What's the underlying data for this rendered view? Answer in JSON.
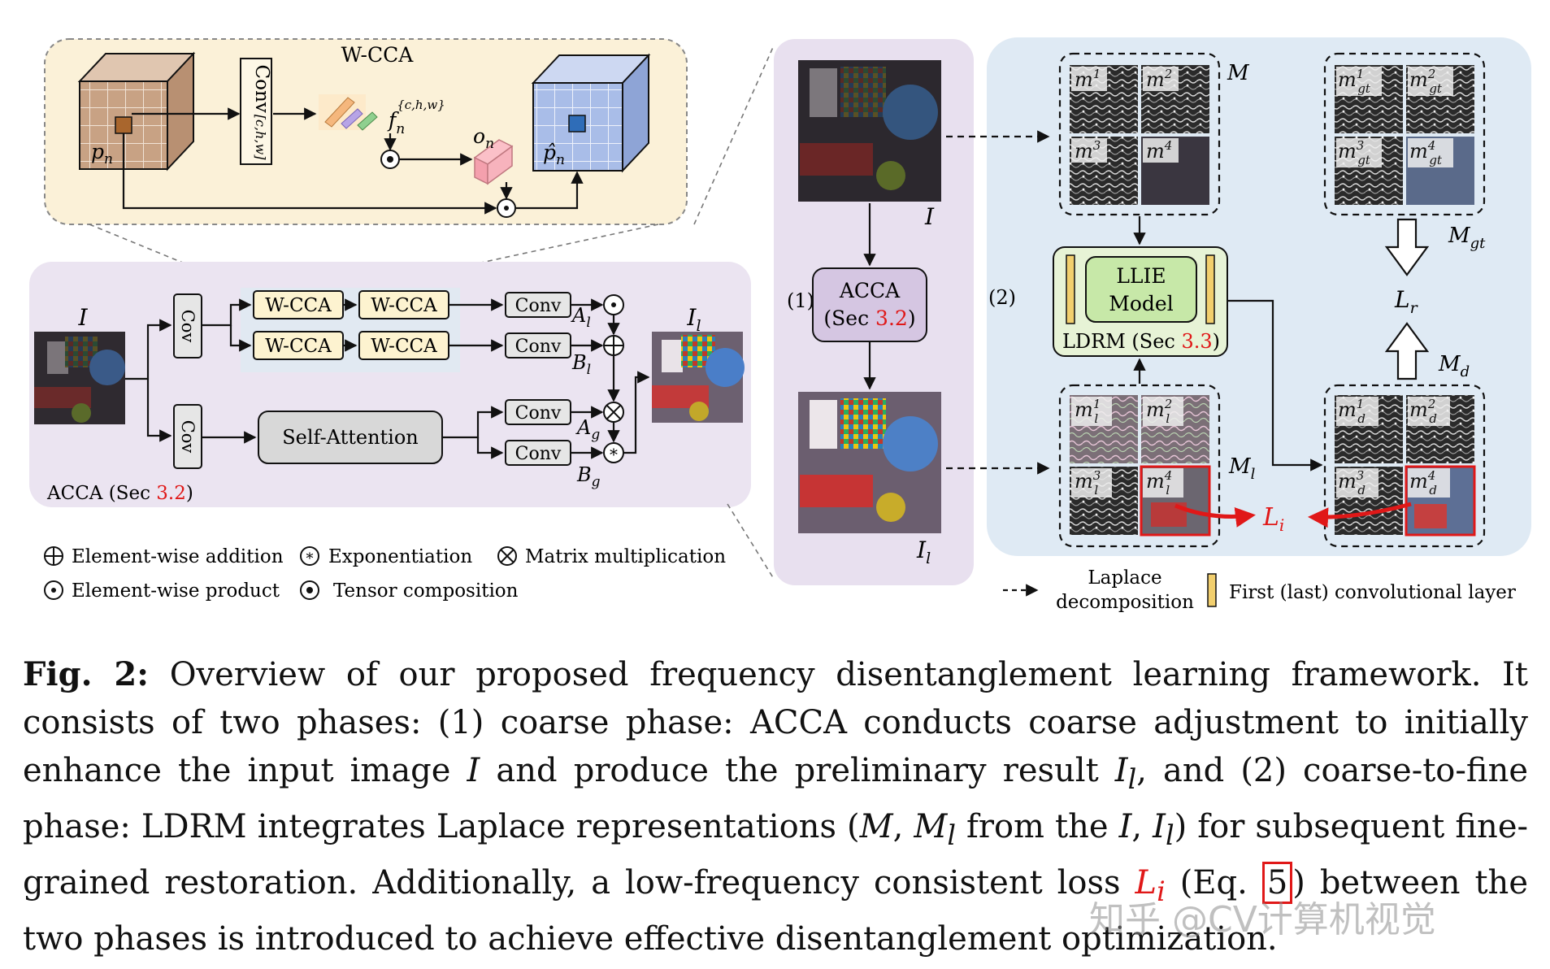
{
  "wcca": {
    "title": "W-CCA",
    "conv_label": "Conv",
    "conv_sub": "[c,h,w]",
    "p_n": "p",
    "p_n_sub": "n",
    "f_n": "f",
    "f_n_sub": "n",
    "f_n_sup": "{c,h,w}",
    "o_n": "o",
    "o_n_sub": "n",
    "p_hat": "p̂",
    "p_hat_sub": "n"
  },
  "acca": {
    "input_label": "I",
    "cov_label": "Cov",
    "wcca_boxes": [
      "W-CCA",
      "W-CCA",
      "W-CCA",
      "W-CCA"
    ],
    "conv_boxes": [
      "Conv",
      "Conv",
      "Conv",
      "Conv"
    ],
    "self_attention": "Self-Attention",
    "A_l": "A",
    "A_l_sub": "l",
    "B_l": "B",
    "B_l_sub": "l",
    "A_g": "A",
    "A_g_sub": "g",
    "B_g": "B",
    "B_g_sub": "g",
    "output_label": "I",
    "output_sub": "l",
    "footer": "ACCA (Sec ",
    "footer_ref": "3.2",
    "footer_end": ")"
  },
  "legend": {
    "items": [
      {
        "symbol": "⊕",
        "text": "Element-wise addition"
      },
      {
        "symbol": "⊛",
        "text": "Exponentiation"
      },
      {
        "symbol": "⊗",
        "text": "Matrix multiplication"
      },
      {
        "symbol": "⊙",
        "text": "Element-wise product"
      },
      {
        "symbol": "◎",
        "text": "Tensor composition"
      }
    ],
    "laplace_line1": "Laplace",
    "laplace_line2": "decomposition",
    "first_last": "First (last) convolutional layer"
  },
  "phase1": {
    "marker": "(1)",
    "acca_line1": "ACCA",
    "acca_line2": "(Sec ",
    "acca_ref": "3.2",
    "acca_end": ")",
    "top_label": "I",
    "bottom_label": "I",
    "bottom_sub": "l"
  },
  "phase2": {
    "marker": "(2)",
    "M_label": "M",
    "Mgt_label": "M",
    "Mgt_sub": "gt",
    "Ml_label": "M",
    "Ml_sub": "l",
    "Md_label": "M",
    "Md_sub": "d",
    "Lr_label": "L",
    "Lr_sub": "r",
    "Li_label": "L",
    "Li_sub": "i",
    "llie_line1": "LLIE",
    "llie_line2": "Model",
    "ldrm": "LDRM (Sec ",
    "ldrm_ref": "3.3",
    "ldrm_end": ")",
    "m_tiles": [
      "m",
      "m",
      "m",
      "m"
    ],
    "tile_sup": [
      "1",
      "2",
      "3",
      "4"
    ],
    "sub_gt": "gt",
    "sub_l": "l",
    "sub_d": "d"
  },
  "caption": {
    "label": "Fig. 2:",
    "text1": " Overview of our proposed frequency disentanglement learning framework. It consists of two phases: (1) coarse phase: ACCA conducts coarse adjustment to initially enhance the input image ",
    "I": "I",
    "text2": " and produce the preliminary result ",
    "Il": "I",
    "Il_sub": "l",
    "text3": ", and (2) coarse-to-fine phase: LDRM integrates Laplace representations (",
    "M": "M",
    "comma": ", ",
    "Ml": "M",
    "Ml_sub": "l",
    "text4": " from the ",
    "I2": "I",
    "comma2": ", ",
    "Il2": "I",
    "Il2_sub": "l",
    "text5": ") for subsequent fine-grained restoration. Additionally, a low-frequency consistent loss ",
    "Li": "L",
    "Li_sub": "i",
    "text6": " (Eq. ",
    "eq": "5",
    "text7": ") between the two phases is introduced to achieve effective disentanglement optimization."
  },
  "watermark": "知乎 @CV计算机视觉",
  "colors": {
    "wcca_panel": "#fbf1d8",
    "acca_panel": "#ebe4f1",
    "phase1_panel": "#e8e0ef",
    "phase2_panel": "#dfeaf4",
    "box_yellow": "#fdf3d0",
    "box_gray": "#e6e6e6",
    "llie_green": "#d8efc0",
    "acca_purple": "#d5c6e2",
    "red": "#e01818"
  }
}
